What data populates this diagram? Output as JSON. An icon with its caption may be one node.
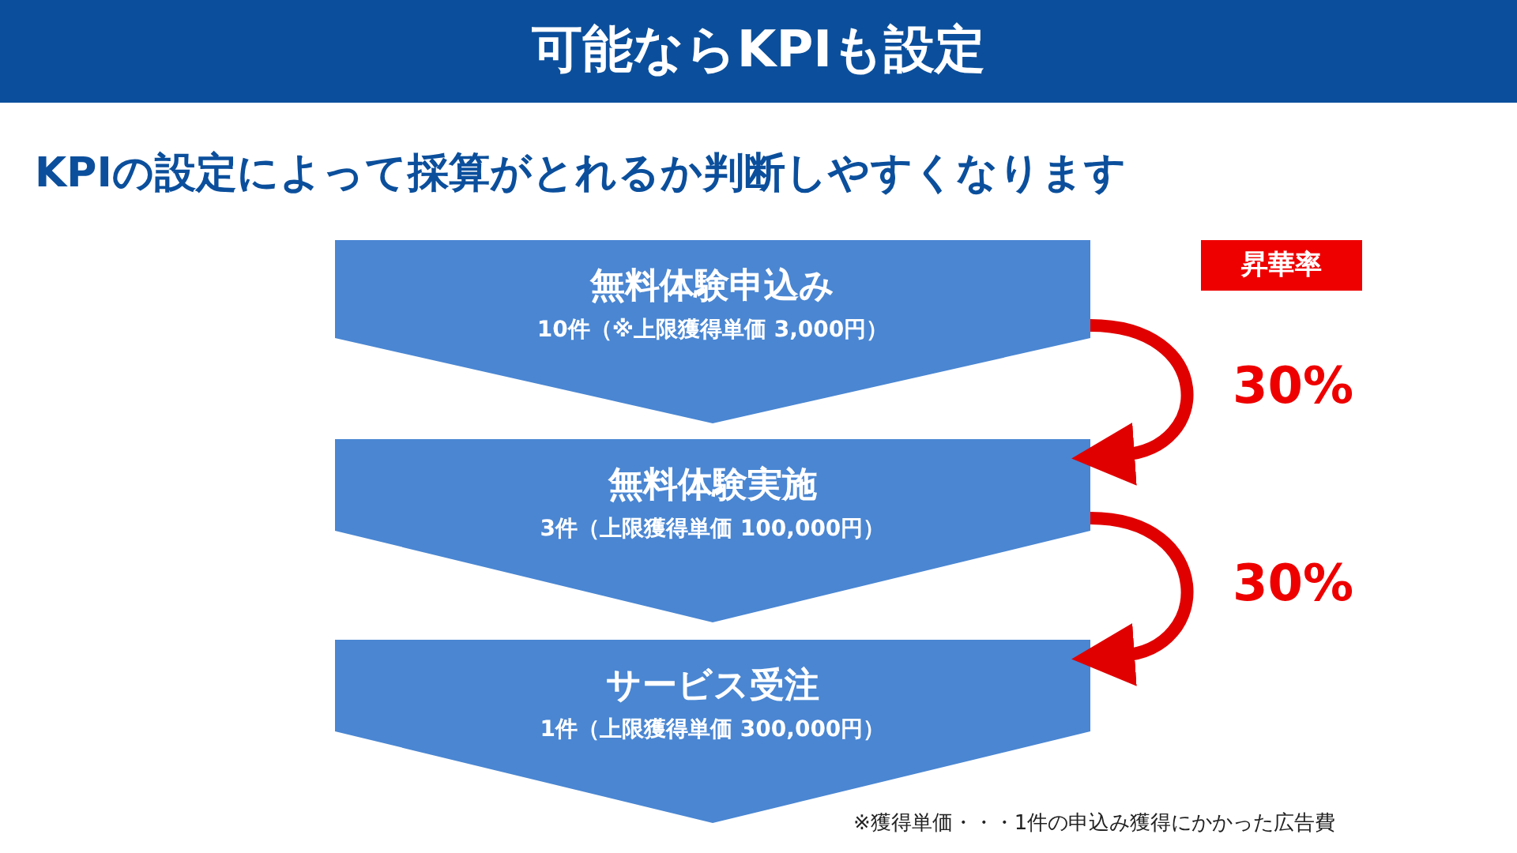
{
  "diagram": {
    "title": "可能ならKPIも設定",
    "nodes": [
      {
        "text": [
          "無料体験申込み",
          "10件（※上限獲得単価 3,000円）"
        ]
      },
      {
        "text": [
          "無料体験実施",
          "3件（上限獲得単価 100,000円）"
        ]
      },
      {
        "text": [
          "サービス受注",
          "1件（上限獲得単価 300,000円）"
        ]
      },
      {
        "text": [
          "昇華率"
        ]
      }
    ],
    "edges": [
      {
        "from": 0,
        "to": 1,
        "arrow": "to",
        "label": "30%"
      },
      {
        "from": 1,
        "to": 2,
        "arrow": "to",
        "label": "30%"
      }
    ],
    "labels": [
      "KPIの設定によって採算がとれるか判断しやすくなります",
      "※獲得単価・・・1件の申込み獲得にかかった広告費"
    ]
  }
}
